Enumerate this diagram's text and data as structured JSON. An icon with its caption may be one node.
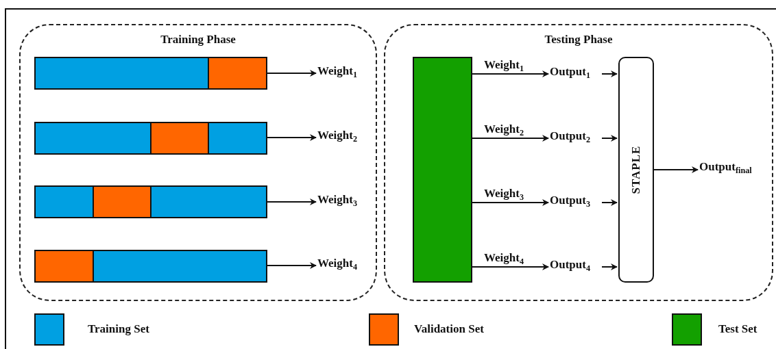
{
  "diagram": {
    "nodes": [
      {
        "text": [
          "Training Phase"
        ]
      },
      {
        "text": [],
        "shape": "bar",
        "in": 0
      },
      {
        "text": [],
        "shape": "bar",
        "in": 0
      },
      {
        "text": [],
        "shape": "bar",
        "in": 0
      },
      {
        "text": [],
        "shape": "bar",
        "in": 0
      },
      {
        "text": [
          "Weight$_{1}$"
        ],
        "in": 0
      },
      {
        "text": [
          "Weight$_{2}$"
        ],
        "in": 0
      },
      {
        "text": [
          "Weight$_{3}$"
        ],
        "in": 0
      },
      {
        "text": [
          "Weight$_{4}$"
        ],
        "in": 0
      },
      {
        "text": [
          "Testing Phase"
        ]
      },
      {
        "text": [],
        "shape": "bar",
        "in": 9
      },
      {
        "text": [
          "Output$_{1}$"
        ],
        "in": 9
      },
      {
        "text": [
          "Output$_{2}$"
        ],
        "in": 9
      },
      {
        "text": [
          "Output$_{3}$"
        ],
        "in": 9
      },
      {
        "text": [
          "Output$_{4}$"
        ],
        "in": 9
      },
      {
        "text": [
          "STAPLE"
        ],
        "in": 9
      },
      {
        "text": [
          "Output$_{final}$"
        ],
        "in": 9
      }
    ],
    "edges": [
      {
        "from": 1,
        "to": 5,
        "arrow": "to"
      },
      {
        "from": 2,
        "to": 6,
        "arrow": "to"
      },
      {
        "from": 3,
        "to": 7,
        "arrow": "to"
      },
      {
        "from": 4,
        "to": 8,
        "arrow": "to"
      },
      {
        "from": 10,
        "to": 11,
        "arrow": "to",
        "label": "Weight$_{1}$"
      },
      {
        "from": 10,
        "to": 12,
        "arrow": "to",
        "label": "Weight$_{2}$"
      },
      {
        "from": 10,
        "to": 13,
        "arrow": "to",
        "label": "Weight$_{3}$"
      },
      {
        "from": 10,
        "to": 14,
        "arrow": "to",
        "label": "Weight$_{4}$"
      },
      {
        "from": 11,
        "to": 15,
        "arrow": "to"
      },
      {
        "from": 12,
        "to": 15,
        "arrow": "to"
      },
      {
        "from": 13,
        "to": 15,
        "arrow": "to"
      },
      {
        "from": 14,
        "to": 15,
        "arrow": "to"
      },
      {
        "from": 15,
        "to": 16,
        "arrow": "to"
      }
    ],
    "legend": [
      {
        "text": "Training Set",
        "color": "#00a0e2"
      },
      {
        "text": "Validation Set",
        "color": "#ff6600"
      },
      {
        "text": "Test Set",
        "color": "#13a000"
      }
    ]
  }
}
